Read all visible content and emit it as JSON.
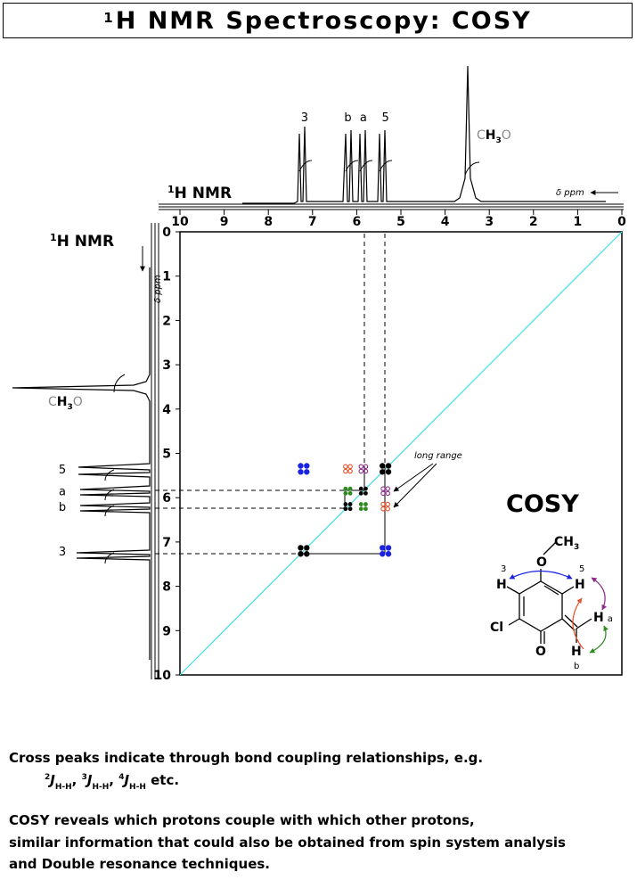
{
  "title": {
    "sup": "1",
    "text": "H NMR Spectroscopy: COSY"
  },
  "axis": {
    "top_label": "1H NMR",
    "left_label": "1H NMR",
    "unit": "δ ppm",
    "x_ticks": [
      "10",
      "9",
      "8",
      "7",
      "6",
      "5",
      "4",
      "3",
      "2",
      "1",
      "0"
    ],
    "y_ticks": [
      "0",
      "1",
      "2",
      "3",
      "4",
      "5",
      "6",
      "7",
      "8",
      "9",
      "10"
    ]
  },
  "peak_labels": [
    {
      "text": "3",
      "ppm": 7.2
    },
    {
      "text": "b",
      "ppm": 6.2
    },
    {
      "text": "a",
      "ppm": 5.85
    },
    {
      "text": "5",
      "ppm": 5.35
    }
  ],
  "methoxy_label": {
    "c": "C",
    "h": "H",
    "sub": "3",
    "o": "O"
  },
  "long_range_label": "long range",
  "cosy_label": "COSY",
  "structure_labels": {
    "ch3": "CH",
    "ch3_sub": "3",
    "o_top": "O",
    "h3": "H",
    "h3_num": "3",
    "h5": "H",
    "h5_num": "5",
    "ha": "H",
    "ha_sub": "a",
    "hb": "H",
    "hb_sub": "b",
    "cl": "Cl",
    "o_bottom": "O"
  },
  "colors": {
    "diagonal": "#40e0e8",
    "black_peak": "#000000",
    "blue_peak": "#1a24e0",
    "green_peak": "#2f8a1f",
    "orange_peak": "#e8502a",
    "purple_peak": "#8b2a8a",
    "methoxy_gray": "#8a8a8a"
  },
  "captions": {
    "line1": "Cross peaks indicate through bond coupling relationships, e.g.",
    "line2": {
      "a": "2",
      "a_sub": "H-H",
      "b": "3",
      "b_sub": "H-H",
      "c": "4",
      "c_sub": "H-H",
      "tail": "etc."
    },
    "line3": "COSY reveals which protons couple with which other protons,",
    "line4": "similar information that could also be obtained from spin system analysis",
    "line5": "and Double resonance techniques."
  }
}
